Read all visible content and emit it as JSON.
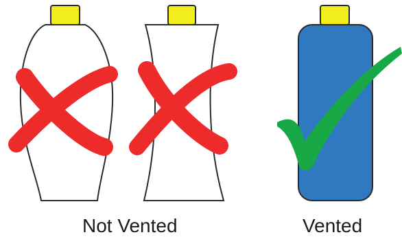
{
  "labels": {
    "not_vented": "Not Vented",
    "vented": "Vented"
  },
  "items": [
    {
      "id": "bottle-curved",
      "vented": false,
      "mark": "cross-mark-icon"
    },
    {
      "id": "bottle-hourglass",
      "vented": false,
      "mark": "cross-mark-icon"
    },
    {
      "id": "bottle-cylinder",
      "vented": true,
      "mark": "check-mark-icon"
    }
  ],
  "colors": {
    "cap": "#f2ee1b",
    "outline": "#2b2b2b",
    "vented_body": "#2e79bf",
    "cross": "#ee2b2b",
    "check": "#18a846",
    "unvented_body": "#ffffff"
  }
}
